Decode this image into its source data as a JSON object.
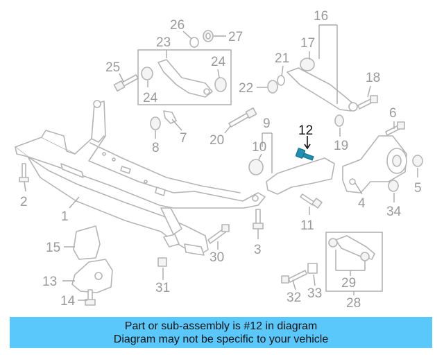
{
  "callouts": {
    "c1": "1",
    "c2": "2",
    "c3": "3",
    "c4": "4",
    "c5": "5",
    "c6": "6",
    "c7": "7",
    "c8": "8",
    "c9": "9",
    "c10": "10",
    "c11": "11",
    "c12": "12",
    "c13": "13",
    "c14": "14",
    "c15": "15",
    "c16": "16",
    "c17": "17",
    "c18": "18",
    "c19": "19",
    "c20": "20",
    "c21": "21",
    "c22": "22",
    "c23": "23",
    "c24a": "24",
    "c24b": "24",
    "c25": "25",
    "c26": "26",
    "c27": "27",
    "c28": "28",
    "c29": "29",
    "c30": "30",
    "c31": "31",
    "c32": "32",
    "c33": "33",
    "c34": "34"
  },
  "highlight": {
    "part_number": "12",
    "color": "#1f8fb3"
  },
  "banner": {
    "line1": "Part or sub-assembly is #12 in diagram",
    "line2": "Diagram may not be specific to your vehicle",
    "background": "#5ac8fa"
  }
}
